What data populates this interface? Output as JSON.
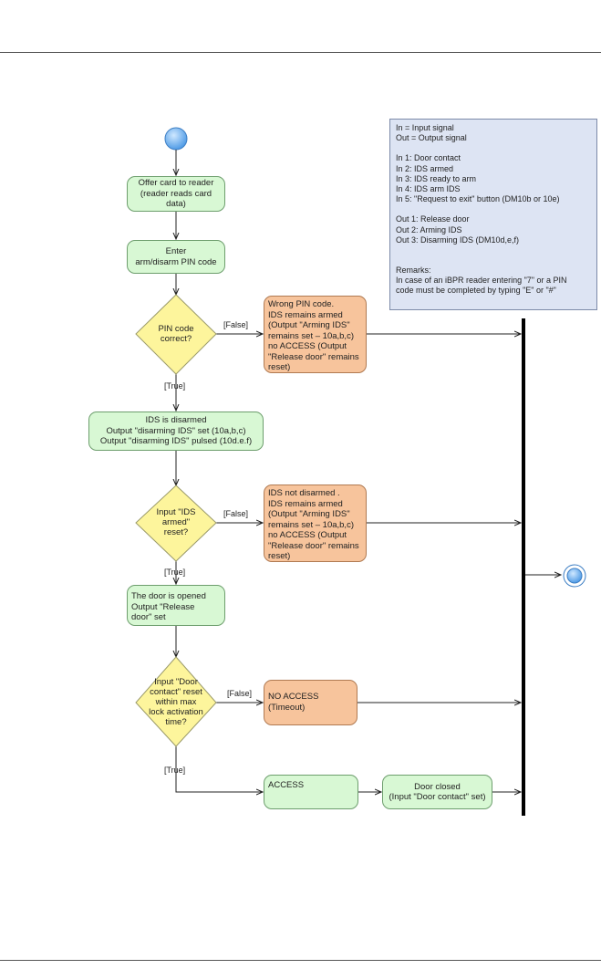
{
  "legend": {
    "lines_a": [
      "In = Input signal",
      "Out = Output signal"
    ],
    "lines_b": [
      "In 1: Door contact",
      "In 2: IDS armed",
      "In 3: IDS ready to arm",
      "In 4: IDS arm IDS",
      "In 5: \"Request to exit\" button (DM10b or 10e)"
    ],
    "lines_c": [
      "Out 1: Release door",
      "Out 2: Arming IDS",
      "Out 3: Disarming IDS (DM10d,e,f)"
    ],
    "lines_d": [
      "Remarks:",
      "In case of an iBPR reader entering \"7\" or a PIN",
      "code must be completed by typing \"E\" or \"#\""
    ]
  },
  "nodes": {
    "offer_card": [
      "Offer card to reader",
      "(reader reads card",
      "data)"
    ],
    "enter_pin": [
      "Enter",
      "arm/disarm PIN code"
    ],
    "ids_disarmed": [
      "IDS is disarmed",
      "Output \"disarming IDS\" set (10a,b,c)",
      "Output \"disarming IDS\" pulsed (10d.e.f)"
    ],
    "door_opened": [
      "The door is opened",
      "Output \"Release",
      "door\" set"
    ],
    "access": [
      "ACCESS"
    ],
    "door_closed": [
      "Door closed",
      "(Input \"Door contact\" set)"
    ],
    "wrong_pin": [
      "Wrong PIN code.",
      "IDS remains armed",
      "(Output \"Arming IDS\"",
      "remains set – 10a,b,c)",
      "no ACCESS (Output",
      "\"Release door\" remains",
      "reset)"
    ],
    "ids_not_disarmed": [
      "IDS not disarmed .",
      "IDS remains armed",
      "(Output \"Arming IDS\"",
      "remains set – 10a,b,c)",
      "no ACCESS (Output",
      "\"Release door\" remains",
      "reset)"
    ],
    "no_access": [
      "NO ACCESS",
      "(Timeout)"
    ]
  },
  "decisions": {
    "pin_correct": [
      "PIN code",
      "correct?"
    ],
    "ids_armed_reset": [
      "Input \"IDS",
      "armed\"",
      "reset?"
    ],
    "door_contact_reset": [
      "Input \"Door",
      "contact\" reset",
      "within max",
      "lock activation",
      "time?"
    ]
  },
  "guards": {
    "false_1": "[False]",
    "true_1": "[True]",
    "false_2": "[False]",
    "true_2": "[True]",
    "false_3": "[False]",
    "true_3": "[True]"
  },
  "colors": {
    "activity_green": "#d8f8d4",
    "activity_orange": "#f7c49c",
    "decision_yellow": "#fdf59c",
    "start_blue": "#6fb5f5",
    "legend_bg": "#dde4f3"
  }
}
